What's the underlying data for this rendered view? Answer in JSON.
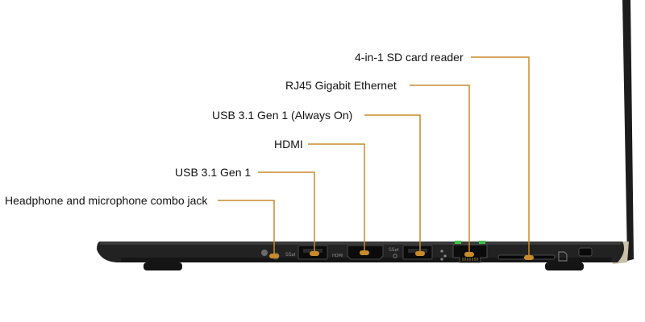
{
  "accent_color": "#c88a2a",
  "callouts": [
    {
      "id": "sd-card-reader",
      "label": "4-in-1 SD card reader"
    },
    {
      "id": "rj45-ethernet",
      "label": "RJ45 Gigabit Ethernet"
    },
    {
      "id": "usb-always-on",
      "label": "USB 3.1 Gen 1 (Always On)"
    },
    {
      "id": "hdmi",
      "label": "HDMI"
    },
    {
      "id": "usb-gen1",
      "label": "USB 3.1 Gen 1"
    },
    {
      "id": "combo-jack",
      "label": "Headphone and microphone combo jack"
    }
  ],
  "port_markings": {
    "hdmi": "HDMI"
  }
}
